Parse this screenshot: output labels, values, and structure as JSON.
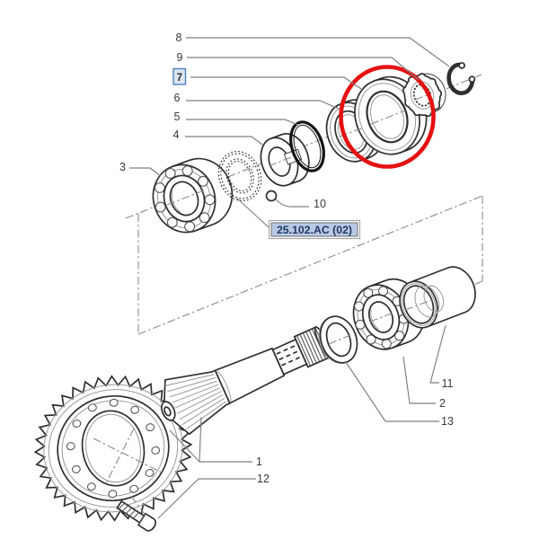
{
  "ref_label": {
    "text": "25.102.AC (02)"
  },
  "selected_callout": "7",
  "callouts": {
    "c1": {
      "label": "1"
    },
    "c2": {
      "label": "2"
    },
    "c3": {
      "label": "3"
    },
    "c4": {
      "label": "4"
    },
    "c5": {
      "label": "5"
    },
    "c6": {
      "label": "6"
    },
    "c7": {
      "label": "7"
    },
    "c8": {
      "label": "8"
    },
    "c9": {
      "label": "9"
    },
    "c10": {
      "label": "10"
    },
    "c11": {
      "label": "11"
    },
    "c12": {
      "label": "12"
    },
    "c13": {
      "label": "13"
    }
  },
  "colors": {
    "highlight_red": "#e51212",
    "selected_box_border": "#4f81bd",
    "selected_box_bg": "#dce6f1",
    "ref_label_bg": "#b8c9e4",
    "ref_label_border": "#6f6f6f",
    "ref_label_text": "#1f3864",
    "callout_text": "#3a3a3a",
    "line_gray": "#8a8a8a",
    "part_outline": "#2f2f2f"
  }
}
